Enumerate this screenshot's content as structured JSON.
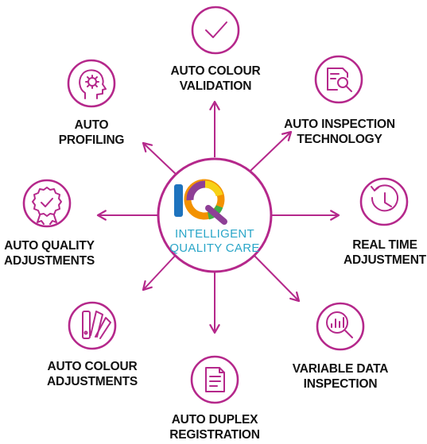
{
  "colors": {
    "accent": "#b5288b",
    "text": "#111111",
    "brand_teal": "#2aa6c8",
    "logo_i_blue": "#1e73be",
    "logo_q_orange": "#f39200",
    "logo_q_yellow": "#f7d117",
    "logo_q_green": "#3fae49",
    "logo_q_purple": "#8e3f96"
  },
  "center": {
    "logo_text": "IQ",
    "line1": "INTELLIGENT",
    "line2": "QUALITY CARE"
  },
  "features": [
    {
      "id": "auto-colour-validation",
      "icon": "checkmark-icon",
      "lines": [
        "AUTO COLOUR",
        "VALIDATION"
      ]
    },
    {
      "id": "auto-inspection-technology",
      "icon": "document-magnifier-icon",
      "lines": [
        "AUTO INSPECTION",
        "TECHNOLOGY"
      ]
    },
    {
      "id": "real-time-adjustment",
      "icon": "clock-icon",
      "lines": [
        "REAL TIME",
        "ADJUSTMENT"
      ]
    },
    {
      "id": "variable-data-inspection",
      "icon": "chart-magnifier-icon",
      "lines": [
        "VARIABLE DATA",
        "INSPECTION"
      ]
    },
    {
      "id": "auto-duplex-registration",
      "icon": "document-icon",
      "lines": [
        "AUTO DUPLEX",
        "REGISTRATION"
      ]
    },
    {
      "id": "auto-colour-adjustments",
      "icon": "colour-swatch-icon",
      "lines": [
        "AUTO COLOUR",
        "ADJUSTMENTS"
      ]
    },
    {
      "id": "auto-quality-adjustments",
      "icon": "quality-badge-icon",
      "lines": [
        "AUTO QUALITY",
        "ADJUSTMENTS"
      ]
    },
    {
      "id": "auto-profiling",
      "icon": "head-gear-icon",
      "lines": [
        "AUTO",
        "PROFILING"
      ]
    }
  ]
}
